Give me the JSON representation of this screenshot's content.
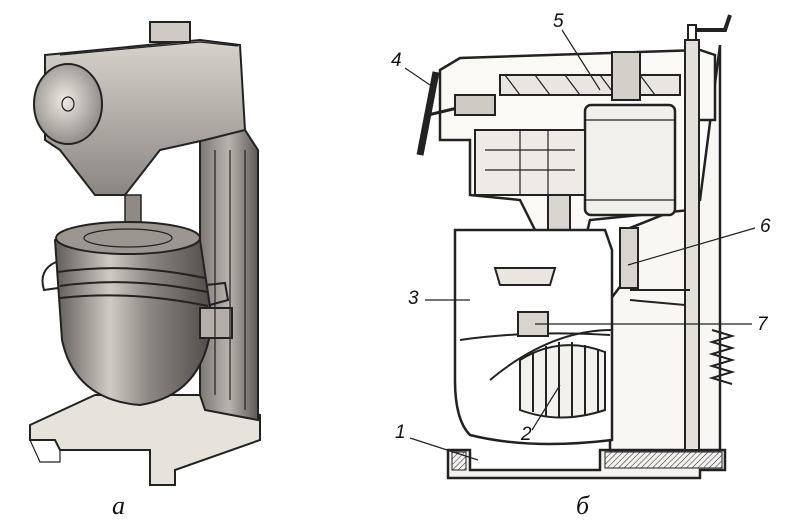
{
  "figure": {
    "panel_a": {
      "caption": "а"
    },
    "panel_b": {
      "caption": "б",
      "callouts": [
        {
          "id": "1",
          "text": "1"
        },
        {
          "id": "2",
          "text": "2"
        },
        {
          "id": "3",
          "text": "3"
        },
        {
          "id": "4",
          "text": "4"
        },
        {
          "id": "5",
          "text": "5"
        },
        {
          "id": "6",
          "text": "6"
        },
        {
          "id": "7",
          "text": "7"
        }
      ]
    }
  },
  "colors": {
    "ink": "#222222",
    "metal_dark": "#6e6a66",
    "metal_mid": "#9a9590",
    "metal_light": "#d6d2cc",
    "paper": "#ffffff"
  }
}
